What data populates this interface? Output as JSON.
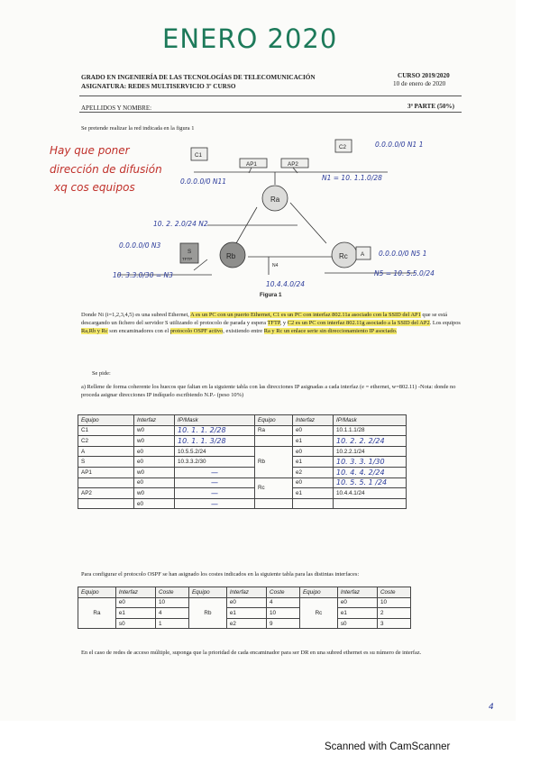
{
  "handwritten_title": "ENERO 2020",
  "header": {
    "degree": "GRADO EN INGENIERÍA DE LAS TECNOLOGÍAS DE TELECOMUNICACIÓN",
    "subject": "ASIGNATURA: REDES MULTISERVICIO 3º CURSO",
    "course": "CURSO 2019/2020",
    "date": "10 de enero de 2020",
    "name_label": "APELLIDOS Y NOMBRE:",
    "part": "3ª PARTE (50%)"
  },
  "intro": "Se pretende realizar la red indicada en la figura 1",
  "annotations": {
    "side_note_1": "Hay que poner",
    "side_note_2": "dirección de difusión",
    "side_note_3": "xq cos equipos",
    "n1": "N1 = 10. 1.1.0/28",
    "n1_hand": "0.0.0.0/0  N1 1",
    "c1_addr": "0.0.0.0/0  N11",
    "n2": "10. 2. 2.0/24 N2",
    "s_addr": "0.0.0.0/0  N3",
    "n3": "10. 3.3.0/30 = N3",
    "a_addr": "0.0.0.0/0  N5 1",
    "n5": "N5 = 10. 5.5.0/24",
    "n4": "10.4.4.0/24"
  },
  "figure": {
    "caption": "Figura 1",
    "labels": {
      "c1": "C1",
      "c2": "C2",
      "ap1": "AP1",
      "ap2": "AP2",
      "ra": "Ra",
      "rb": "Rb",
      "rc": "Rc",
      "a": "A",
      "s": "S",
      "tftp": "TFTP",
      "n4": "N4",
      "n1": "N1",
      "n2": "N2",
      "n3": "N3",
      "n5": "N5"
    }
  },
  "description": {
    "p1": "Donde Ni (i=1,2,3,4,5) es una subred Ethernet, ",
    "p1_hl": "A es un PC con un puerto Ethernet,  C1 es un PC con interfaz 802.11a asociado con la SSID del AP1",
    "p2": " que se está descargando un fichero del servidor S utilizando el protocolo de parada y espera ",
    "p2_hl": "TFTP",
    "p3": ", y ",
    "p3_hl": "C2 es un PC con interfaz 802.11g asociado a la SSID del AP2",
    "p4": ". Los equipos ",
    "p4_hl": "Ra,Rb y Rc",
    "p5": " son encaminadores con el ",
    "p5_hl": "protocolo OSPF activo",
    "p6": ", existiendo entre ",
    "p6_hl": "Ra y Rc un enlace serie sin direccionamiento IP asociado."
  },
  "asks_label": "Se pide:",
  "question_a": "a) Rellene de forma coherente los huecos que faltan en la siguiente tabla con las direcciones IP asignadas a cada interfaz (e = ethernet, w=802.11)      -Nota: donde no proceda asignar direcciones IP indíquelo escribiendo N.P.- (peso 10%)",
  "ip_table": {
    "headers": [
      "Equipo",
      "Interfaz",
      "IP/Mask",
      "Equipo",
      "Interfaz",
      "IP/Mask"
    ],
    "left": [
      {
        "equipo": "C1",
        "interfaz": "w0",
        "ip": "10. 1. 1. 2/28"
      },
      {
        "equipo": "C2",
        "interfaz": "w0",
        "ip": "10. 1. 1. 3/28"
      },
      {
        "equipo": "A",
        "interfaz": "e0",
        "ip": "10.5.5.2/24"
      },
      {
        "equipo": "S",
        "interfaz": "e0",
        "ip": "10.3.3.2/30"
      },
      {
        "equipo": "AP1",
        "interfaz": "w0",
        "ip": "—"
      },
      {
        "equipo": "",
        "interfaz": "e0",
        "ip": "—"
      },
      {
        "equipo": "AP2",
        "interfaz": "w0",
        "ip": "—"
      },
      {
        "equipo": "",
        "interfaz": "e0",
        "ip": "—"
      }
    ],
    "right": [
      {
        "equipo": "Ra",
        "interfaz": "e0",
        "ip": "10.1.1.1/28"
      },
      {
        "equipo": "",
        "interfaz": "e1",
        "ip": "10. 2. 2. 2/24"
      },
      {
        "equipo": "Rb",
        "interfaz": "e0",
        "ip": "10.2.2.1/24"
      },
      {
        "equipo": "",
        "interfaz": "e1",
        "ip": "10. 3. 3. 1/30"
      },
      {
        "equipo": "",
        "interfaz": "e2",
        "ip": "10. 4. 4. 2/24"
      },
      {
        "equipo": "Rc",
        "interfaz": "e0",
        "ip": "10. 5. 5. 1 /24"
      },
      {
        "equipo": "",
        "interfaz": "e1",
        "ip": "10.4.4.1/24"
      }
    ]
  },
  "ospf_intro": "Para configurar el protocolo OSPF se han asignado los costes indicados en la siguiente tabla para las distintas interfaces:",
  "cost_table": {
    "headers": [
      "Equipo",
      "Interfaz",
      "Coste",
      "Equipo",
      "Interfaz",
      "Coste",
      "Equipo",
      "Interfaz",
      "Coste"
    ],
    "ra": {
      "name": "Ra",
      "rows": [
        [
          "e0",
          "10"
        ],
        [
          "e1",
          "4"
        ],
        [
          "s0",
          "1"
        ]
      ]
    },
    "rb": {
      "name": "Rb",
      "rows": [
        [
          "e0",
          "4"
        ],
        [
          "e1",
          "10"
        ],
        [
          "e2",
          "9"
        ]
      ]
    },
    "rc": {
      "name": "Rc",
      "rows": [
        [
          "e0",
          "10"
        ],
        [
          "e1",
          "2"
        ],
        [
          "s0",
          "3"
        ]
      ]
    }
  },
  "dr_note": "En el caso de redes de acceso múltiple, suponga que la prioridad de cada encaminador para ser DR en una subred ethernet es su número de interfaz.",
  "page_number": "4",
  "footer": "Scanned with CamScanner"
}
